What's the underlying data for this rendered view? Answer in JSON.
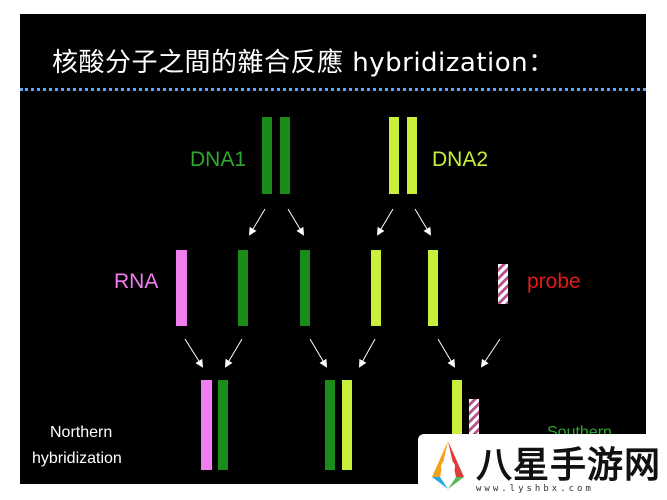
{
  "slide": {
    "title": "核酸分子之間的雜合反應 hybridization：",
    "labels": {
      "dna1": "DNA1",
      "dna2": "DNA2",
      "rna": "RNA",
      "probe": "probe",
      "northern_line1": "Northern",
      "northern_line2": "hybridization",
      "southern_line1": "Southern"
    },
    "colors": {
      "background": "#000000",
      "divider": "#5fa8ff",
      "dna1_green": "#1a8c1a",
      "dna2_lime": "#c8f03a",
      "rna_pink": "#f07ef0",
      "probe_red": "#e01a1a",
      "label_green": "#2fa82f",
      "label_lime": "#c8f03a"
    }
  },
  "watermark": {
    "text": "八星手游网",
    "url": "www.lyshbx.com"
  }
}
